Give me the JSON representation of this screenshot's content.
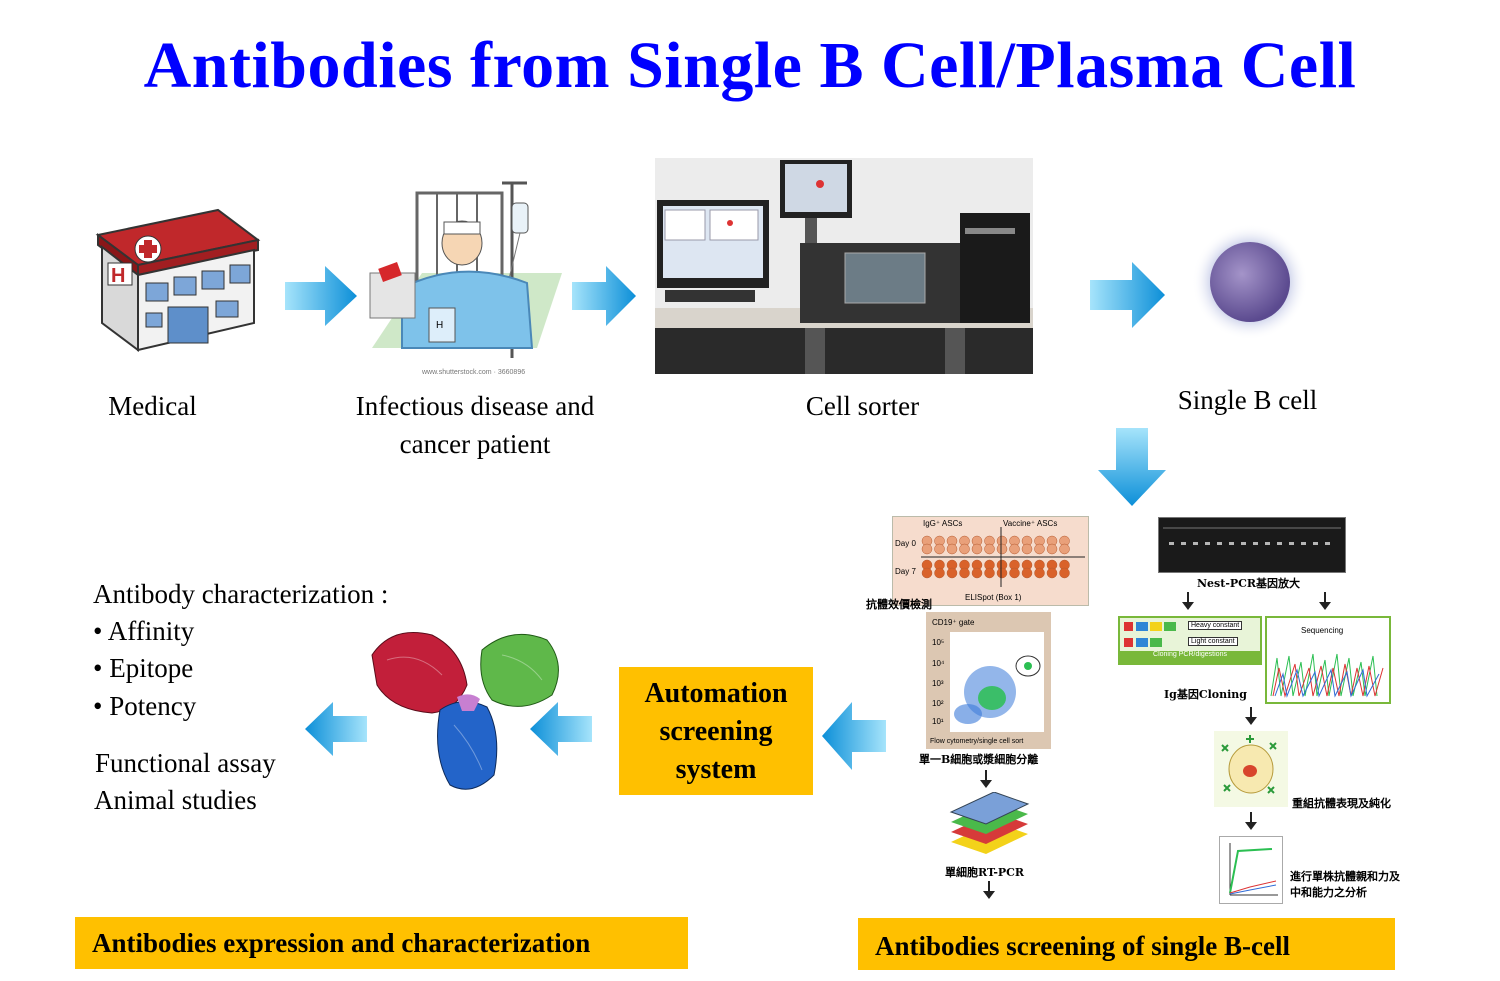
{
  "title": "Antibodies from Single B Cell/Plasma Cell",
  "captions": {
    "medical": "Medical",
    "patient_line1": "Infectious  disease and",
    "patient_line2": "cancer patient",
    "sorter": "Cell sorter",
    "bcell": "Single B cell"
  },
  "characterization": {
    "heading": "Antibody characterization :",
    "items": [
      "• Affinity",
      "• Epitope",
      "• Potency"
    ],
    "functional": "Functional assay",
    "animal": "Animal studies"
  },
  "automation": {
    "line1": "Automation",
    "line2": "screening",
    "line3": "system"
  },
  "footer": {
    "left": "Antibodies  expression  and characterization",
    "right": "Antibodies  screening  of single B-cell"
  },
  "workflow": {
    "elispot_label": "抗體效價檢測",
    "elispot_col1": "IgG⁺ ASCs",
    "elispot_col2": "Vaccine⁺ ASCs",
    "elispot_row1": "Day 0",
    "elispot_row2": "Day 7",
    "elispot_caption": "ELISpot (Box 1)",
    "flow_gate": "CD19⁺ gate",
    "flow_ticks": [
      "10⁵",
      "10⁴",
      "10³",
      "10²",
      "10¹"
    ],
    "flow_caption": "Flow cytometry/single cell sort",
    "sort_label": "單一B細胞或漿細胞分離",
    "rtpcr_label": "單細胞RT-PCR",
    "nestpcr_label": "Nest-PCR基因放大",
    "cloning_heavy": "Heavy constant",
    "cloning_light": "Light constant",
    "cloning_caption": "Cloning PCR/digestions",
    "sequencing": "Sequencing",
    "ig_cloning_label": "Ig基因Cloning",
    "expression_label": "重組抗體表現及純化",
    "analysis_line1": "進行單株抗體親和力及",
    "analysis_line2": "中和能力之分析"
  },
  "colors": {
    "title": "#0000ff",
    "box": "#ffc000",
    "arrow": "#1aa8e8"
  }
}
